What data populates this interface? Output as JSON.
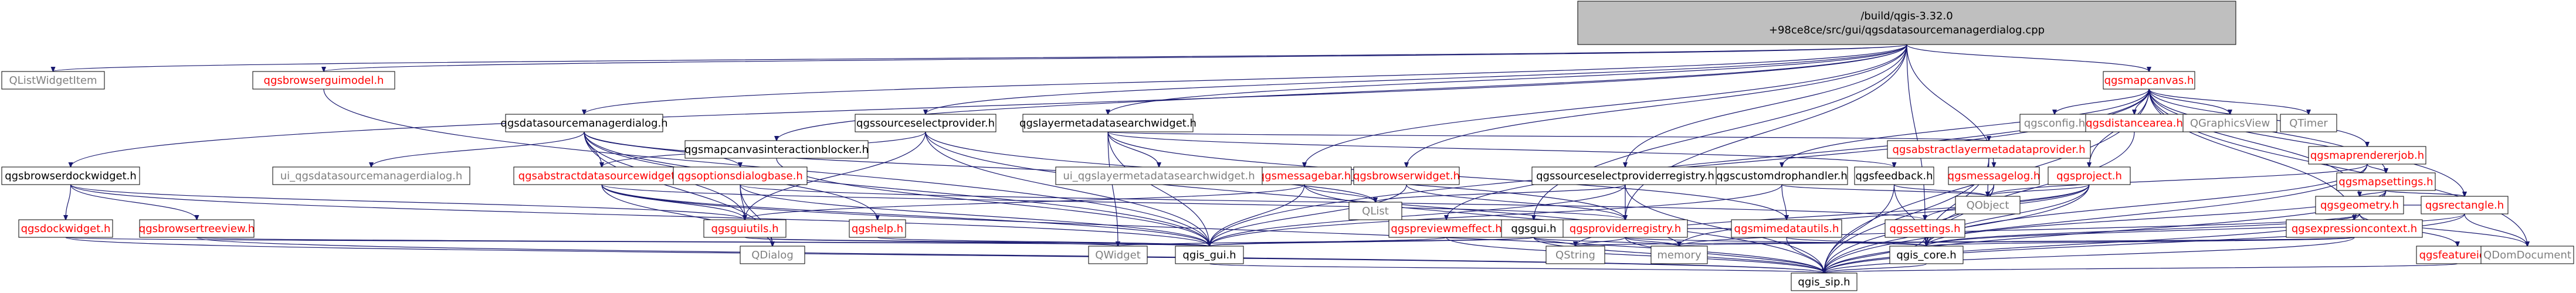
{
  "graph": {
    "type": "include-dependency-graph",
    "root": {
      "id": "root",
      "lines": [
        "/build/qgis-3.32.0",
        "+98ce8ce/src/gui/qgsdatasourcemanagerdialog.cpp"
      ]
    },
    "nodes": [
      {
        "id": "qlistwidgetitem",
        "label": "QListWidgetItem",
        "style": "system"
      },
      {
        "id": "qgsbrowserguimodel",
        "label": "qgsbrowserguimodel.h",
        "style": "linked"
      },
      {
        "id": "qgsbrowserdockwidget",
        "label": "qgsbrowserdockwidget.h",
        "style": "normal"
      },
      {
        "id": "qgsdatasourcemanagerdialog",
        "label": "qgsdatasourcemanagerdialog.h",
        "style": "normal"
      },
      {
        "id": "qgsmapcanvasinteractionblocker",
        "label": "qgsmapcanvasinteractionblocker.h",
        "style": "normal"
      },
      {
        "id": "qgssourceselectprovider",
        "label": "qgssourceselectprovider.h",
        "style": "normal"
      },
      {
        "id": "qgslayermetadatasearchwidget",
        "label": "qgslayermetadatasearchwidget.h",
        "style": "normal"
      },
      {
        "id": "qgsmessagebar",
        "label": "qgsmessagebar.h",
        "style": "linked"
      },
      {
        "id": "qgsbrowserwidget",
        "label": "qgsbrowserwidget.h",
        "style": "linked"
      },
      {
        "id": "qgssourceselectproviderregistry",
        "label": "qgssourceselectproviderregistry.h",
        "style": "normal"
      },
      {
        "id": "qgscustomdrophandler",
        "label": "qgscustomdrophandler.h",
        "style": "normal"
      },
      {
        "id": "qgsfeedback",
        "label": "qgsfeedback.h",
        "style": "normal"
      },
      {
        "id": "qgsmessagelog",
        "label": "qgsmessagelog.h",
        "style": "linked"
      },
      {
        "id": "qgsproject",
        "label": "qgsproject.h",
        "style": "linked"
      },
      {
        "id": "qgsabstractlayermetadataprovider",
        "label": "qgsabstractlayermetadataprovider.h",
        "style": "linked"
      },
      {
        "id": "qgsmapcanvas",
        "label": "qgsmapcanvas.h",
        "style": "linked"
      },
      {
        "id": "qgsconfig",
        "label": "qgsconfig.h",
        "style": "system"
      },
      {
        "id": "qgsdistancearea",
        "label": "qgsdistancearea.h",
        "style": "linked"
      },
      {
        "id": "qgraphicsview",
        "label": "QGraphicsView",
        "style": "system"
      },
      {
        "id": "qtimer",
        "label": "QTimer",
        "style": "system"
      },
      {
        "id": "qgsmaprendererjob",
        "label": "qgsmaprendererjob.h",
        "style": "linked"
      },
      {
        "id": "qgsmapsettings",
        "label": "qgsmapsettings.h",
        "style": "linked"
      },
      {
        "id": "qgsexpressioncontext",
        "label": "qgsexpressioncontext.h",
        "style": "linked"
      },
      {
        "id": "qgsgeometry",
        "label": "qgsgeometry.h",
        "style": "linked"
      },
      {
        "id": "qgsrectangle",
        "label": "qgsrectangle.h",
        "style": "linked"
      },
      {
        "id": "qgsfeatureid",
        "label": "qgsfeatureid.h",
        "style": "linked"
      },
      {
        "id": "qdomdocument",
        "label": "QDomDocument",
        "style": "system"
      },
      {
        "id": "qgsdockwidget",
        "label": "qgsdockwidget.h",
        "style": "linked"
      },
      {
        "id": "qgsbrowsertreeview",
        "label": "qgsbrowsertreeview.h",
        "style": "linked"
      },
      {
        "id": "ui_qgsdatasourcemanagerdialog",
        "label": "ui_qgsdatasourcemanagerdialog.h",
        "style": "system"
      },
      {
        "id": "qgsabstractdatasourcewidget",
        "label": "qgsabstractdatasourcewidget.h",
        "style": "linked"
      },
      {
        "id": "qgsoptionsdialogbase",
        "label": "qgsoptionsdialogbase.h",
        "style": "linked"
      },
      {
        "id": "qgshelp",
        "label": "qgshelp.h",
        "style": "linked"
      },
      {
        "id": "ui_qgslayermetadatasearchwidget",
        "label": "ui_qgslayermetadatasearchwidget.h",
        "style": "system"
      },
      {
        "id": "qgsguiutils",
        "label": "qgsguiutils.h",
        "style": "linked"
      },
      {
        "id": "qdialog",
        "label": "QDialog",
        "style": "system"
      },
      {
        "id": "qlist",
        "label": "QList",
        "style": "system"
      },
      {
        "id": "qgspreviewmeffect",
        "label": "qgspreviewmeffect.h",
        "style": "linked"
      },
      {
        "id": "qgsgui",
        "label": "qgsgui.h",
        "style": "normal"
      },
      {
        "id": "qgsproviderregistry",
        "label": "qgsproviderregistry.h",
        "style": "linked"
      },
      {
        "id": "qgsmimedatautils",
        "label": "qgsmimedatautils.h",
        "style": "linked"
      },
      {
        "id": "qgssettings",
        "label": "qgssettings.h",
        "style": "linked"
      },
      {
        "id": "qobject",
        "label": "QObject",
        "style": "system"
      },
      {
        "id": "qgis_gui",
        "label": "qgis_gui.h",
        "style": "normal"
      },
      {
        "id": "qwidget",
        "label": "QWidget",
        "style": "system"
      },
      {
        "id": "qstring",
        "label": "QString",
        "style": "system"
      },
      {
        "id": "memory",
        "label": "memory",
        "style": "system"
      },
      {
        "id": "qgis_core",
        "label": "qgis_core.h",
        "style": "normal"
      },
      {
        "id": "qgis_sip",
        "label": "qgis_sip.h",
        "style": "normal"
      }
    ],
    "edges": [
      [
        "root",
        "qlistwidgetitem"
      ],
      [
        "root",
        "qgsbrowserguimodel"
      ],
      [
        "root",
        "qgsbrowserdockwidget"
      ],
      [
        "root",
        "qgsdatasourcemanagerdialog"
      ],
      [
        "root",
        "qgsmapcanvasinteractionblocker"
      ],
      [
        "root",
        "qgssourceselectprovider"
      ],
      [
        "root",
        "qgslayermetadatasearchwidget"
      ],
      [
        "root",
        "qgsmessagebar"
      ],
      [
        "root",
        "qgsbrowserwidget"
      ],
      [
        "root",
        "qgssourceselectproviderregistry"
      ],
      [
        "root",
        "qgsgui"
      ],
      [
        "root",
        "qgsproviderregistry"
      ],
      [
        "root",
        "qgssettings"
      ],
      [
        "root",
        "qgsmessagelog"
      ],
      [
        "root",
        "qgsmapcanvas"
      ],
      [
        "qgsbrowserguimodel",
        "qgis_gui"
      ],
      [
        "qgsbrowserdockwidget",
        "qgsdockwidget"
      ],
      [
        "qgsbrowserdockwidget",
        "qgsbrowsertreeview"
      ],
      [
        "qgsbrowserdockwidget",
        "qgis_gui"
      ],
      [
        "qgsbrowserdockwidget",
        "qgsguiutils"
      ],
      [
        "qgsdockwidget",
        "qgis_gui"
      ],
      [
        "qgsdockwidget",
        "qgis_sip"
      ],
      [
        "qgsbrowsertreeview",
        "qgis_gui"
      ],
      [
        "qgsbrowsertreeview",
        "qgis_sip"
      ],
      [
        "qgsdatasourcemanagerdialog",
        "ui_qgsdatasourcemanagerdialog"
      ],
      [
        "qgsdatasourcemanagerdialog",
        "qgsoptionsdialogbase"
      ],
      [
        "qgsdatasourcemanagerdialog",
        "qgsguiutils"
      ],
      [
        "qgsdatasourcemanagerdialog",
        "qgshelp"
      ],
      [
        "qgsdatasourcemanagerdialog",
        "qgis_gui"
      ],
      [
        "qgsdatasourcemanagerdialog",
        "qdialog"
      ],
      [
        "qgsdatasourcemanagerdialog",
        "qlist"
      ],
      [
        "qgsdatasourcemanagerdialog",
        "qgsabstractdatasourcewidget"
      ],
      [
        "qgsmapcanvasinteractionblocker",
        "qgis_gui"
      ],
      [
        "qgssourceselectprovider",
        "qgsabstractdatasourcewidget"
      ],
      [
        "qgssourceselectprovider",
        "qgis_gui"
      ],
      [
        "qgssourceselectprovider",
        "qgis_sip"
      ],
      [
        "qgssourceselectprovider",
        "qgsguiutils"
      ],
      [
        "qgssourceselectprovider",
        "qgsproviderregistry"
      ],
      [
        "qgsabstractdatasourcewidget",
        "qgsproviderregistry"
      ],
      [
        "qgsabstractdatasourcewidget",
        "qgsguiutils"
      ],
      [
        "qgsabstractdatasourcewidget",
        "qgis_gui"
      ],
      [
        "qgsabstractdatasourcewidget",
        "qdialog"
      ],
      [
        "qgsabstractdatasourcewidget",
        "qgis_sip"
      ],
      [
        "qgsoptionsdialogbase",
        "qgis_gui"
      ],
      [
        "qgsoptionsdialogbase",
        "qgsguiutils"
      ],
      [
        "qgsoptionsdialogbase",
        "qgssettings"
      ],
      [
        "qgsoptionsdialogbase",
        "qdialog"
      ],
      [
        "qgshelp",
        "qgis_gui"
      ],
      [
        "qgslayermetadatasearchwidget",
        "ui_qgslayermetadatasearchwidget"
      ],
      [
        "qgslayermetadatasearchwidget",
        "qgsfeedback"
      ],
      [
        "qgslayermetadatasearchwidget",
        "qgis_gui"
      ],
      [
        "qgslayermetadatasearchwidget",
        "qgsabstractlayermetadataprovider"
      ],
      [
        "qgslayermetadatasearchwidget",
        "qwidget"
      ],
      [
        "qgslayermetadatasearchwidget",
        "qgsmimedatautils"
      ],
      [
        "qgsmessagebar",
        "qgis_gui"
      ],
      [
        "qgsmessagebar",
        "qgsguiutils"
      ],
      [
        "qgsmessagebar",
        "qlist"
      ],
      [
        "qgsmessagebar",
        "memory"
      ],
      [
        "qgsbrowserwidget",
        "qgis_gui"
      ],
      [
        "qgsbrowserwidget",
        "qgsproviderregistry"
      ],
      [
        "qgssourceselectproviderregistry",
        "qlist"
      ],
      [
        "qgssourceselectproviderregistry",
        "qgis_gui"
      ],
      [
        "qgssourceselectproviderregistry",
        "qgis_sip"
      ],
      [
        "qgssourceselectproviderregistry",
        "qgsproviderregistry"
      ],
      [
        "qgscustomdrophandler",
        "qgsmimedatautils"
      ],
      [
        "qgscustomdrophandler",
        "qgis_gui"
      ],
      [
        "qgscustomdrophandler",
        "qobject"
      ],
      [
        "qgsfeedback",
        "qobject"
      ],
      [
        "qgsfeedback",
        "qgis_core"
      ],
      [
        "qgsfeedback",
        "qgis_sip"
      ],
      [
        "qgsmessagelog",
        "qgis_core"
      ],
      [
        "qgsmessagelog",
        "qobject"
      ],
      [
        "qgsmessagelog",
        "qgis_sip"
      ],
      [
        "qgsproject",
        "qgis_core"
      ],
      [
        "qgsproject",
        "qobject"
      ],
      [
        "qgsproject",
        "qgis_sip"
      ],
      [
        "qgsproject",
        "qstring"
      ],
      [
        "qgsproject",
        "memory"
      ],
      [
        "qgsproject",
        "qgssettings"
      ],
      [
        "qgsabstractlayermetadataprovider",
        "qgis_core"
      ],
      [
        "qgsabstractlayermetadataprovider",
        "qgis_sip"
      ],
      [
        "qgsabstractlayermetadataprovider",
        "qobject"
      ],
      [
        "qgsmapcanvas",
        "qgsconfig"
      ],
      [
        "qgsmapcanvas",
        "qgsdistancearea"
      ],
      [
        "qgsmapcanvas",
        "qgraphicsview"
      ],
      [
        "qgsmapcanvas",
        "qtimer"
      ],
      [
        "qgsmapcanvas",
        "qgsmaprendererjob"
      ],
      [
        "qgsmapcanvas",
        "qgsmapsettings"
      ],
      [
        "qgsmapcanvas",
        "qgsproject"
      ],
      [
        "qgsmapcanvas",
        "qgsgeometry"
      ],
      [
        "qgsmapcanvas",
        "qgsrectangle"
      ],
      [
        "qgsmapcanvas",
        "qgsexpressioncontext"
      ],
      [
        "qgsmapcanvas",
        "qgscustomdrophandler"
      ],
      [
        "qgsmapcanvas",
        "qdomdocument"
      ],
      [
        "qgsmapcanvas",
        "qgis_gui"
      ],
      [
        "qgsmapcanvas",
        "qgis_sip"
      ],
      [
        "qgsmapcanvas",
        "qgspreviewmeffect"
      ],
      [
        "qgsmaprendererjob",
        "qgsmapsettings"
      ],
      [
        "qgsmaprendererjob",
        "qgis_core"
      ],
      [
        "qgsmaprendererjob",
        "qobject"
      ],
      [
        "qgsmaprendererjob",
        "qgis_sip"
      ],
      [
        "qgsmapsettings",
        "qgsrectangle"
      ],
      [
        "qgsmapsettings",
        "qgsgeometry"
      ],
      [
        "qgsmapsettings",
        "qgsexpressioncontext"
      ],
      [
        "qgsmapsettings",
        "qgis_core"
      ],
      [
        "qgsmapsettings",
        "qgis_sip"
      ],
      [
        "qgsexpressioncontext",
        "qgis_core"
      ],
      [
        "qgsexpressioncontext",
        "qgis_sip"
      ],
      [
        "qgsexpressioncontext",
        "qstring"
      ],
      [
        "qgsexpressioncontext",
        "memory"
      ],
      [
        "qgsgeometry",
        "qgis_core"
      ],
      [
        "qgsgeometry",
        "qgis_sip"
      ],
      [
        "qgsgeometry",
        "qgsrectangle"
      ],
      [
        "qgsgeometry",
        "qgsfeatureid"
      ],
      [
        "qgsgeometry",
        "qdomdocument"
      ],
      [
        "qgsgeometry",
        "memory"
      ],
      [
        "qgsrectangle",
        "qgis_core"
      ],
      [
        "qgsrectangle",
        "qgis_sip"
      ],
      [
        "qgsrectangle",
        "qdomdocument"
      ],
      [
        "qgsfeatureid",
        "qgis_sip"
      ],
      [
        "qgsdistancearea",
        "qgis_core"
      ],
      [
        "qgsguiutils",
        "qgis_gui"
      ],
      [
        "qgsguiutils",
        "qwidget"
      ],
      [
        "qgspreviewmeffect",
        "qgis_gui"
      ],
      [
        "qgspreviewmeffect",
        "qgis_sip"
      ],
      [
        "qgsgui",
        "qgis_gui"
      ],
      [
        "qgsgui",
        "qgis_sip"
      ],
      [
        "qgsgui",
        "qstring"
      ],
      [
        "qgsgui",
        "memory"
      ],
      [
        "qgsgui",
        "qwidget"
      ],
      [
        "qgsproviderregistry",
        "qgis_core"
      ],
      [
        "qgsproviderregistry",
        "qgis_sip"
      ],
      [
        "qgsproviderregistry",
        "qstring"
      ],
      [
        "qgsproviderregistry",
        "memory"
      ],
      [
        "qgsproviderregistry",
        "qgsmimedatautils"
      ],
      [
        "qgsmimedatautils",
        "qgis_core"
      ],
      [
        "qgsmimedatautils",
        "qgis_sip"
      ],
      [
        "qgssettings",
        "qgis_core"
      ],
      [
        "qgssettings",
        "qgis_sip"
      ],
      [
        "qgis_gui",
        "qgis_sip"
      ],
      [
        "qgis_core",
        "qgis_sip"
      ]
    ]
  },
  "colors": {
    "edge": "#191970",
    "node_border": "#000000",
    "node_fill": "#ffffff",
    "root_fill": "#bfbfbf",
    "text_normal": "#000000",
    "text_linked": "#ff0000",
    "text_system": "#7f7f7f"
  }
}
